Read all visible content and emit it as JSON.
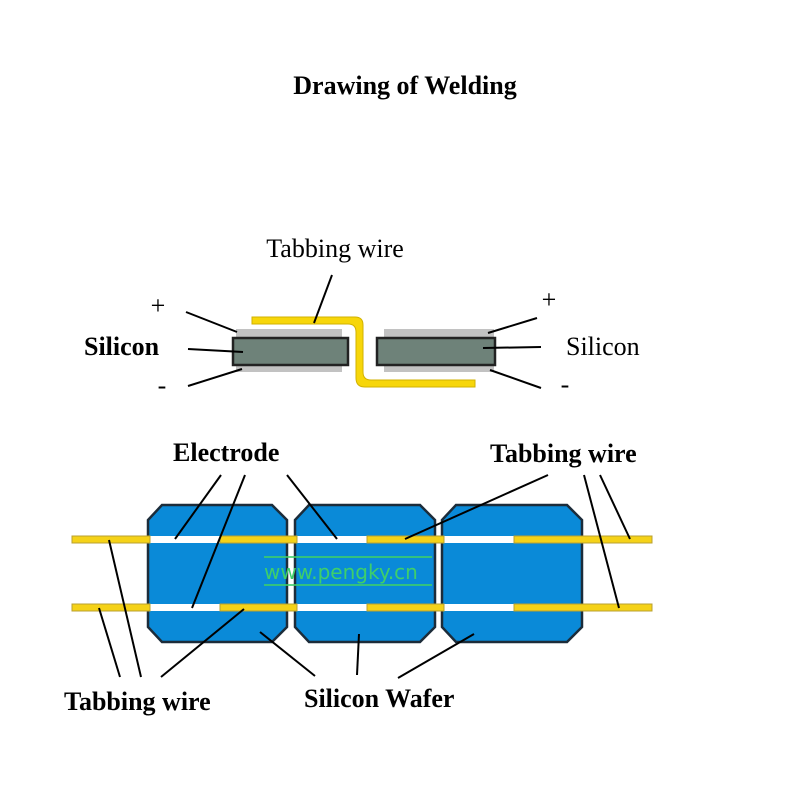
{
  "title": "Drawing of Welding",
  "cross_section": {
    "tabbing_wire_label": "Tabbing wire",
    "left": {
      "plus": "+",
      "label": "Silicon",
      "minus": "-"
    },
    "right": {
      "plus": "+",
      "label": "Silicon",
      "minus": "-"
    }
  },
  "string_view": {
    "electrode_label": "Electrode",
    "tabbing_wire_top_label": "Tabbing wire",
    "tabbing_wire_bottom_label": "Tabbing wire",
    "silicon_wafer_label": "Silicon Wafer",
    "watermark": "www.pengky.cn"
  },
  "colors": {
    "wafer_blue": "#0a8ad8",
    "tabbing_yellow": "#f5d218",
    "silicon_gray": "#6e8279",
    "layer_gray": "#c2c2c2",
    "watermark_green": "#3ecf6a"
  }
}
